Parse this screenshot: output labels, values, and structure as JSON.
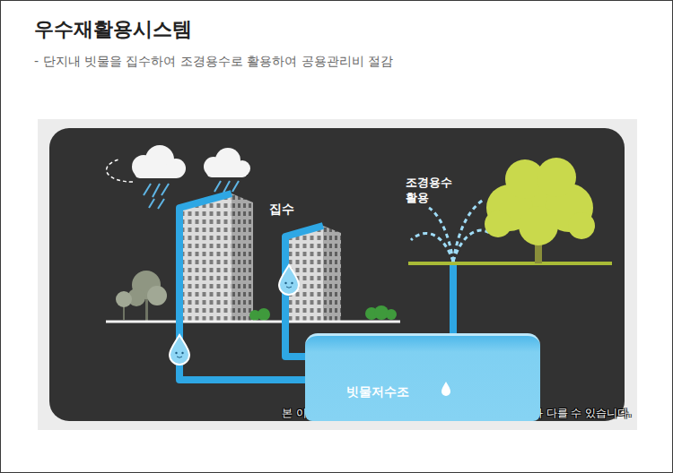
{
  "diagram": {
    "title": "우수재활용시스템",
    "nodes": [
      {
        "text": [
          "빗물저수조"
        ]
      }
    ],
    "labels": [
      "- 단지내 빗물을 집수하여 조경용수로 활용하여 공용관리비 절감",
      "집수",
      "조경용수 활용",
      "본 이미지는 소비자의 이해를 돕기 위한 것으로 실제와 다를 수 있습니다."
    ]
  }
}
